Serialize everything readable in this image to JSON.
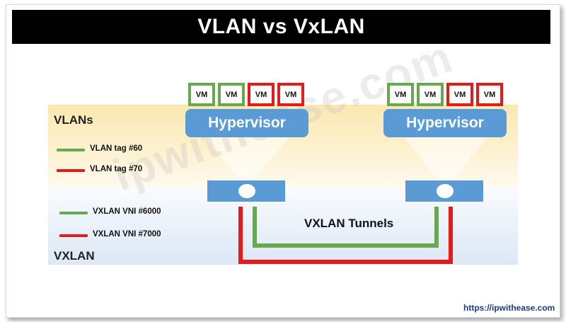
{
  "title": "VLAN vs VxLAN",
  "sections": {
    "vlan_label": "VLANs",
    "vxlan_label": "VXLAN"
  },
  "legend": {
    "vlan": [
      {
        "label": "VLAN tag #60",
        "color": "#6aa84f"
      },
      {
        "label": "VLAN tag #70",
        "color": "#e31b1b"
      }
    ],
    "vxlan": [
      {
        "label": "VXLAN VNI #6000",
        "color": "#6aa84f"
      },
      {
        "label": "VXLAN VNI #7000",
        "color": "#e31b1b"
      }
    ]
  },
  "hosts": [
    {
      "hypervisor": "Hypervisor",
      "vms": [
        "VM",
        "VM",
        "VM",
        "VM"
      ]
    },
    {
      "hypervisor": "Hypervisor",
      "vms": [
        "VM",
        "VM",
        "VM",
        "VM"
      ]
    }
  ],
  "tunnel_label": "VXLAN Tunnels",
  "watermark": "ipwithease.com",
  "footer_url": "https://ipwithease.com",
  "colors": {
    "green": "#6aa84f",
    "red": "#e31b1b",
    "blue": "#5b9bd5"
  }
}
